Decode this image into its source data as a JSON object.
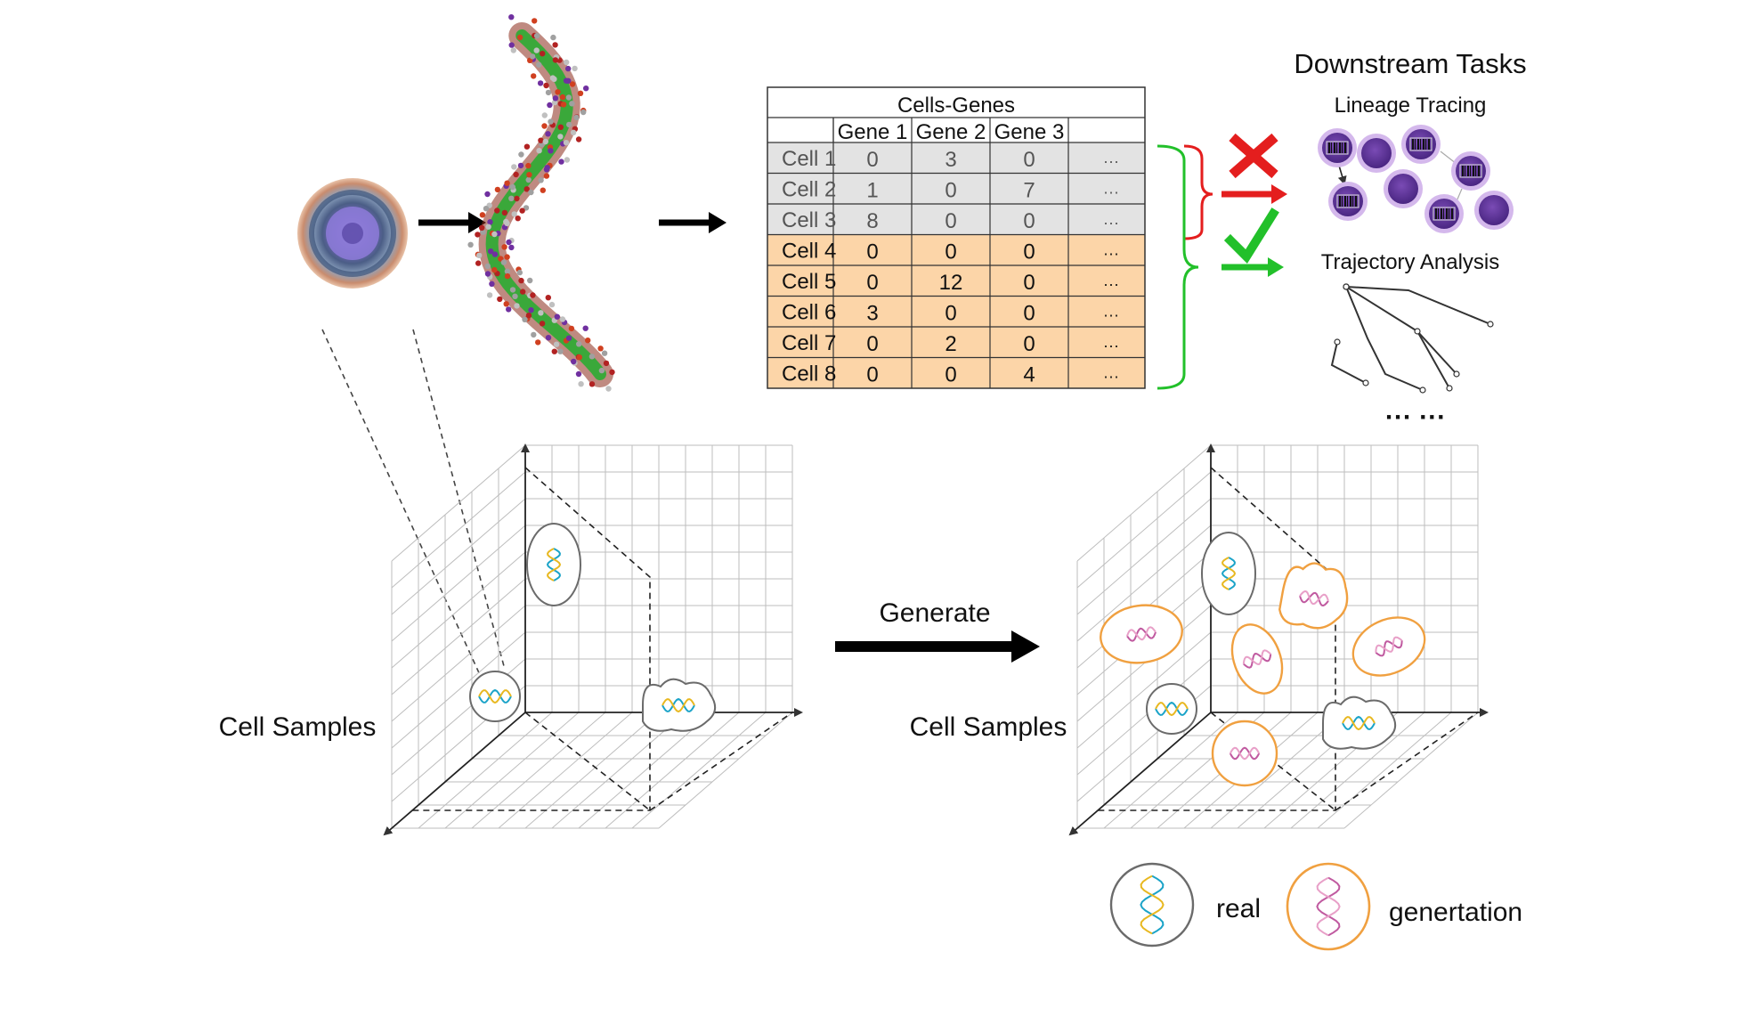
{
  "table": {
    "title": "Cells-Genes",
    "headers": [
      "Gene 1",
      "Gene 2",
      "Gene 3"
    ],
    "rows": [
      {
        "label": "Cell 1",
        "values": [
          "0",
          "3",
          "0",
          "···"
        ],
        "group": "gray"
      },
      {
        "label": "Cell 2",
        "values": [
          "1",
          "0",
          "7",
          "···"
        ],
        "group": "gray"
      },
      {
        "label": "Cell 3",
        "values": [
          "8",
          "0",
          "0",
          "···"
        ],
        "group": "gray"
      },
      {
        "label": "Cell 4",
        "values": [
          "0",
          "0",
          "0",
          "···"
        ],
        "group": "orange"
      },
      {
        "label": "Cell 5",
        "values": [
          "0",
          "12",
          "0",
          "···"
        ],
        "group": "orange"
      },
      {
        "label": "Cell 6",
        "values": [
          "3",
          "0",
          "0",
          "···"
        ],
        "group": "orange"
      },
      {
        "label": "Cell 7",
        "values": [
          "0",
          "2",
          "0",
          "···"
        ],
        "group": "orange"
      },
      {
        "label": "Cell 8",
        "values": [
          "0",
          "0",
          "4",
          "···"
        ],
        "group": "orange"
      }
    ],
    "gray_fill": "#e3e3e3",
    "orange_fill": "#fcd5a8"
  },
  "downstream": {
    "title": "Downstream Tasks",
    "task1": "Lineage Tracing",
    "task2": "Trajectory Analysis",
    "more": "··· ···"
  },
  "left_space": {
    "label": "Cell Samples"
  },
  "right_space": {
    "label": "Cell Samples"
  },
  "generate": {
    "label": "Generate"
  },
  "legend": {
    "real": "real",
    "generation": "genertation"
  },
  "colors": {
    "real_ring": "#6b6b6b",
    "gen_ring": "#f0a040",
    "fail": "#e41e1e",
    "ok": "#22c02a",
    "cell_purple": "#6a3fa0",
    "dna_green": "#3aa83a"
  }
}
